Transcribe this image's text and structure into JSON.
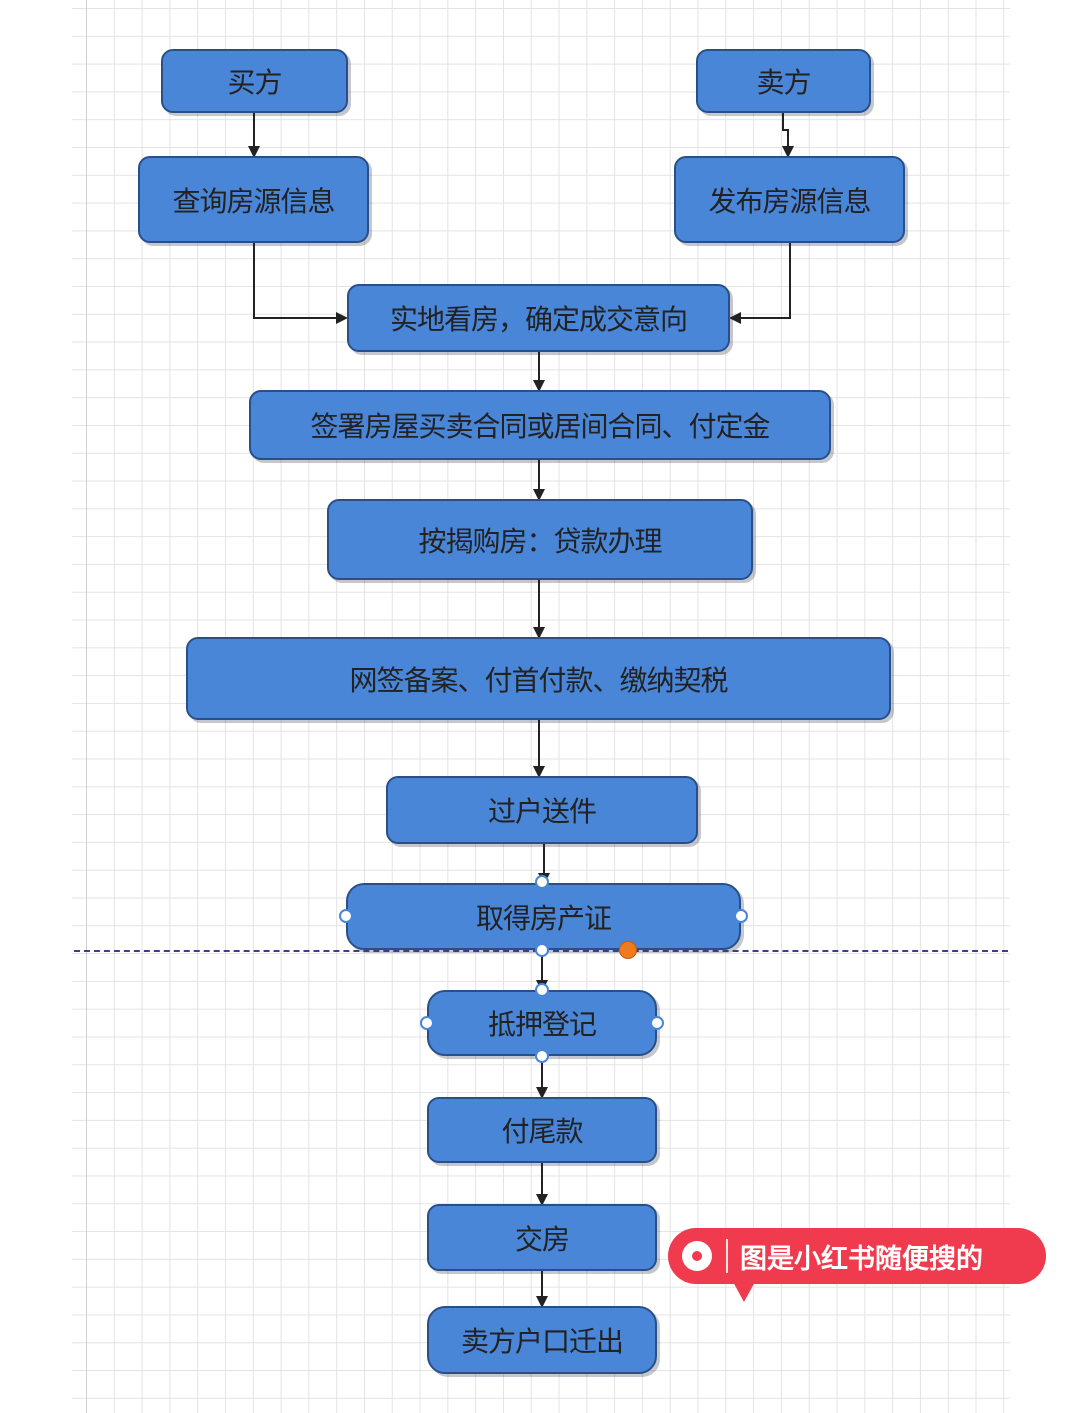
{
  "flow": {
    "nodes": [
      {
        "id": "buyer",
        "label": "买方"
      },
      {
        "id": "seller",
        "label": "卖方"
      },
      {
        "id": "query-listing",
        "label": "查询房源信息"
      },
      {
        "id": "publish-listing",
        "label": "发布房源信息"
      },
      {
        "id": "site-visit",
        "label": "实地看房，确定成交意向"
      },
      {
        "id": "sign-contract",
        "label": "签署房屋买卖合同或居间合同、付定金"
      },
      {
        "id": "mortgage",
        "label": "按揭购房：贷款办理"
      },
      {
        "id": "online-filing",
        "label": "网签备案、付首付款、缴纳契税"
      },
      {
        "id": "transfer",
        "label": "过户送件"
      },
      {
        "id": "property-cert",
        "label": "取得房产证"
      },
      {
        "id": "mortgage-reg",
        "label": "抵押登记"
      },
      {
        "id": "final-payment",
        "label": "付尾款"
      },
      {
        "id": "handover",
        "label": "交房"
      },
      {
        "id": "hukou-move",
        "label": "卖方户口迁出"
      }
    ],
    "edges": [
      {
        "from": "buyer",
        "to": "query-listing"
      },
      {
        "from": "seller",
        "to": "publish-listing"
      },
      {
        "from": "query-listing",
        "to": "site-visit"
      },
      {
        "from": "publish-listing",
        "to": "site-visit"
      },
      {
        "from": "site-visit",
        "to": "sign-contract"
      },
      {
        "from": "sign-contract",
        "to": "mortgage"
      },
      {
        "from": "mortgage",
        "to": "online-filing"
      },
      {
        "from": "online-filing",
        "to": "transfer"
      },
      {
        "from": "transfer",
        "to": "property-cert"
      },
      {
        "from": "property-cert",
        "to": "mortgage-reg"
      },
      {
        "from": "mortgage-reg",
        "to": "final-payment"
      },
      {
        "from": "final-payment",
        "to": "handover"
      },
      {
        "from": "handover",
        "to": "hukou-move"
      }
    ],
    "selected": [
      "property-cert",
      "mortgage-reg"
    ]
  },
  "watermark": {
    "text": "图是小红书随便搜的",
    "icon": "location-pin-icon",
    "color": "#ef3b4d"
  },
  "colors": {
    "node_fill": "#4a86d8",
    "node_border": "#2a4f86",
    "node_text": "#222222",
    "connector": "#222222",
    "page_break": "#3d3f8a",
    "warning": "#f07a1e"
  }
}
